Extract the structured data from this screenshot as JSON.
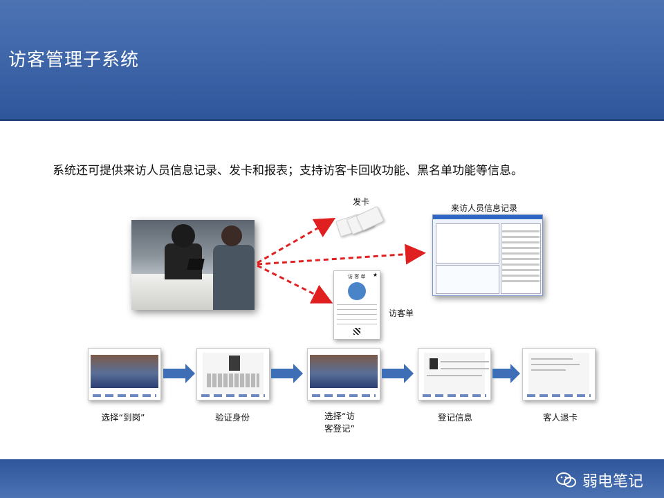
{
  "header": {
    "title": "访客管理子系统"
  },
  "intro": "系统还可提供来访人员信息记录、发卡和报表；支持访客卡回收功能、黑名单功能等信息。",
  "labels": {
    "card": "发卡",
    "record": "来访人员信息记录",
    "form": "访客单"
  },
  "form_title": "访 客 单",
  "steps": [
    "选择“到岗”",
    "验证身份",
    "选择“访\n客登记”",
    "登记信息",
    "客人退卡"
  ],
  "watermark": "弱电笔记",
  "colors": {
    "header": "#3f67aa",
    "arrow_red": "#e02020",
    "flow_arrow": "#3e6fb6"
  }
}
